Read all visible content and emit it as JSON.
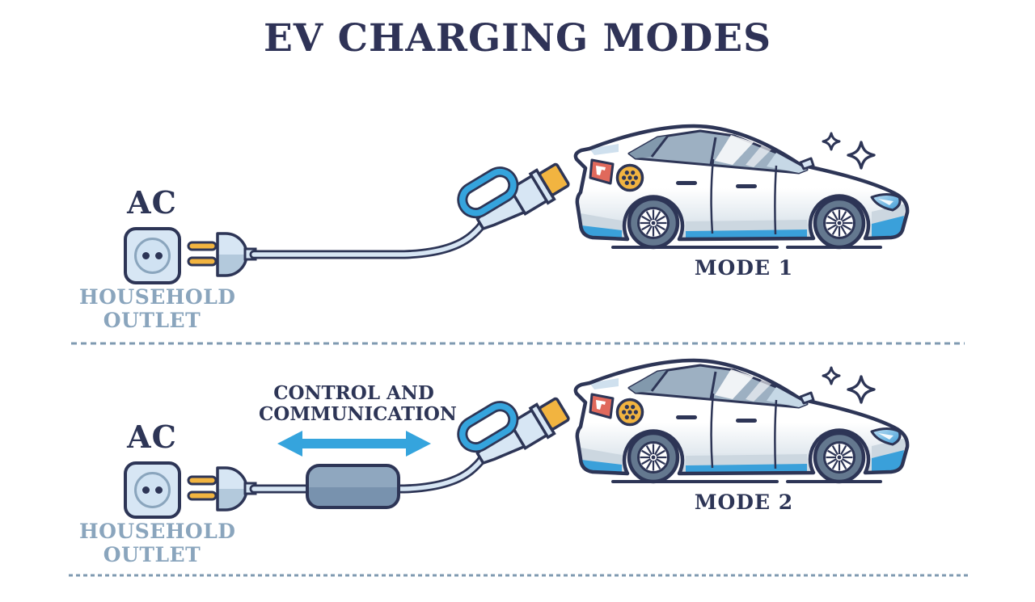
{
  "title": "EV CHARGING MODES",
  "modes": [
    {
      "name": "MODE 1",
      "source_label": "AC",
      "outlet_lines": [
        "HOUSEHOLD",
        "OUTLET"
      ]
    },
    {
      "name": "MODE 2",
      "source_label": "AC",
      "outlet_lines": [
        "HOUSEHOLD",
        "OUTLET"
      ],
      "annotation_lines": [
        "CONTROL AND",
        "COMMUNICATION"
      ]
    }
  ],
  "icons": {
    "household-outlet-icon": "rounded square wall socket with two pin holes",
    "power-plug-icon": "two-prong plug with yellow pins",
    "charging-cable": "light blue cable with navy outline",
    "ev-connector-icon": "charging gun with blue handle loop and yellow tip",
    "control-box-icon": "in-cable control box on mode 2 cable",
    "double-arrow-icon": "blue left-right arrow",
    "ev-car-icon": "electric car side view with yellow charge port",
    "sparkles-icon": "two four-point sparkles above car",
    "dashed-divider": "horizontal dashed separator line"
  },
  "colors": {
    "outline_navy": "#2d3556",
    "title_navy": "#2f3357",
    "muted_blue_text": "#8aa5bd",
    "light_blue_fill": "#d7e6f4",
    "mid_blue_fill": "#b3c9dc",
    "box_blue_grey_top": "#8fa7bf",
    "box_blue_grey_bottom": "#7892ae",
    "bright_blue": "#35a4dd",
    "car_stripe_blue": "#3aa0da",
    "accent_yellow": "#f2b440",
    "tail_light_red": "#e0695c",
    "divider_blue_grey": "#7f9ab1",
    "glass_grey_blue": "#9db0c2"
  }
}
